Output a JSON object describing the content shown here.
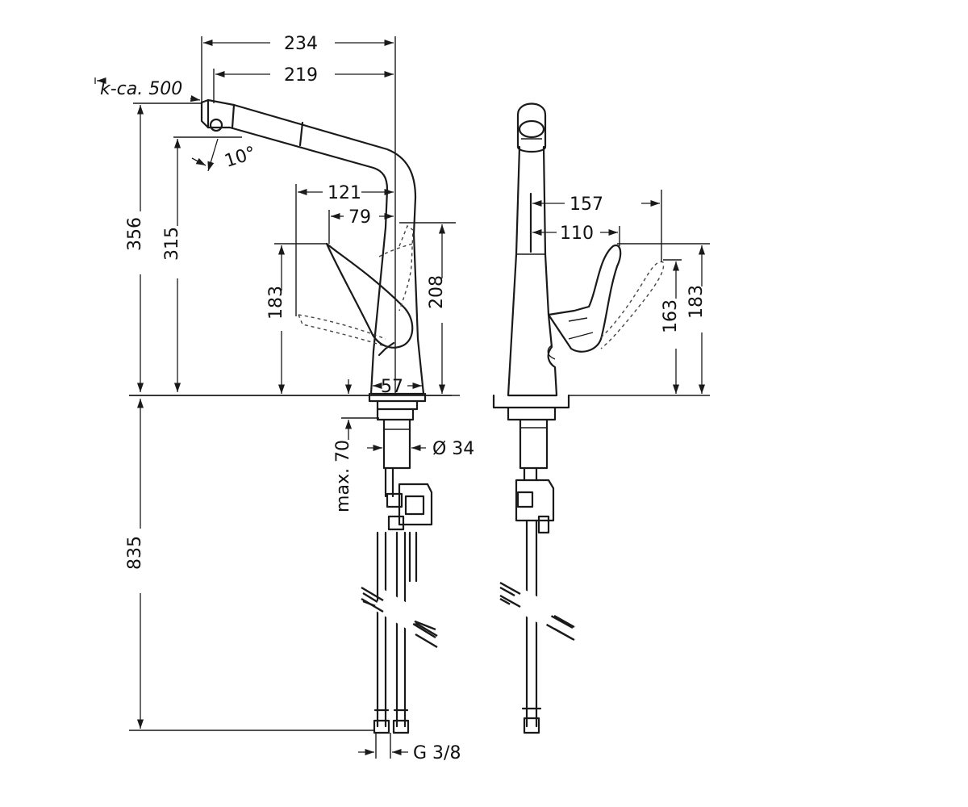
{
  "dimensions": {
    "d234": "234",
    "d219": "219",
    "pullout": "k-ca. 500",
    "angle": "10°",
    "d356": "356",
    "d315": "315",
    "d121": "121",
    "d79": "79",
    "d208": "208",
    "d183_left": "183",
    "d57": "57",
    "max70": "max. 70",
    "dia34": "Ø 34",
    "d835": "835",
    "g38": "G 3/8",
    "d157": "157",
    "d110": "110",
    "d163": "163",
    "d183_right": "183"
  }
}
